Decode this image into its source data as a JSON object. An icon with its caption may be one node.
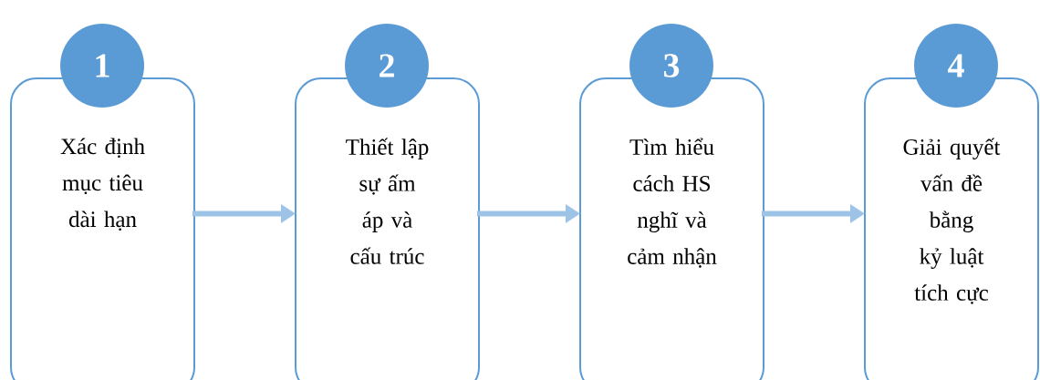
{
  "diagram": {
    "nodes": [
      {
        "text": [
          "1"
        ]
      },
      {
        "text": [
          "Xác định mục tiêu dài hạn"
        ]
      },
      {
        "text": [
          "2"
        ]
      },
      {
        "text": [
          "Thiết lập sự ấm áp và cấu trúc"
        ]
      },
      {
        "text": [
          "3"
        ]
      },
      {
        "text": [
          "Tìm hiểu cách HS nghĩ và cảm nhận"
        ]
      },
      {
        "text": [
          "4"
        ]
      },
      {
        "text": [
          "Giải quyết vấn đề bằng kỷ luật tích cực"
        ]
      }
    ],
    "edges": [
      {
        "from": 1,
        "to": 3,
        "arrow": "to"
      },
      {
        "from": 3,
        "to": 5,
        "arrow": "to"
      },
      {
        "from": 5,
        "to": 7,
        "arrow": "to"
      }
    ]
  }
}
